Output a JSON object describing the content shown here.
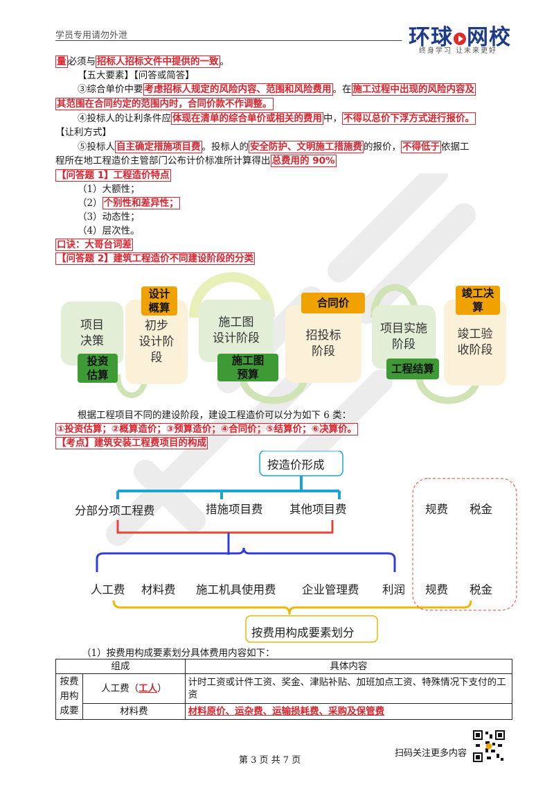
{
  "header": {
    "notice": "学员专用请勿外泄",
    "logo_main_a": "环球",
    "logo_main_b": "网校",
    "logo_sub": "终身学习  让未来更好"
  },
  "paragraphs": {
    "p1_a": "量",
    "p1_b": "必须与",
    "p1_c": "招标人招标文件中提供的一致",
    "p1_d": "。",
    "p2": "【五大要素】【问答或简答】",
    "p3_a": "③综合单价中要",
    "p3_b": "考虑招标人规定的风险内容、范围和风险费用",
    "p3_c": "。在",
    "p3_d": "施工过程中出现的风险内容及",
    "p3_e": "其范围在合同约定的范围内时，合同价款不作调整。",
    "p4_a": "④投标人的让利条件应",
    "p4_b": "体现在清单的综合单价或相关的费用",
    "p4_c": "中，",
    "p4_d": "不得以总价下浮方式进行报价。",
    "p5": "【让利方式】",
    "p6_a": "⑤投标人",
    "p6_b": "自主确定措施项目费",
    "p6_c": "。投标人的",
    "p6_d": "安全防护、文明施工措施费",
    "p6_e": "的报价，",
    "p6_f": "不得低于",
    "p6_g": "依据工",
    "p7_a": "程所在地工程造价主管部门公布计价标准所计算得出",
    "p7_b": "总费用的 90%",
    "q1_title": "【问答题 1】工程造价特点",
    "q1_items": [
      "（1）大额性；",
      "（2）",
      "个别性和差异性；",
      "（3）动态性；",
      "（4）层次性。"
    ],
    "mnemonic": "口诀：大哥台词差",
    "q2_title": "【问答题 2】建筑工程造价不同建设阶段的分类",
    "after_diagram": "根据工程项目不同的建设阶段，建设工程造价可以分为如下 6 类：",
    "six_types": "①投资估算；②概算造价；③预算造价；④合同价；⑤结算价；⑥决算价。",
    "kaodian": "【考点】建筑安装工程费项目的构成",
    "table_intro": "（1）按费用构成要素划分具体费用内容如下："
  },
  "stages": {
    "s1": "项目\n决策",
    "s2": "初步\n设计阶\n段",
    "s3": "施工图\n设计阶段",
    "s4": "招投标\n阶段",
    "s5": "项目实施\n阶段",
    "s6": "竣工验\n收阶段",
    "t1": "投资\n估算",
    "t2": "设计\n概算",
    "t3": "施工图\n预算",
    "t4": "合同价",
    "t5": "工程结算",
    "t6": "竣工决\n算"
  },
  "cost_diagram": {
    "top": "按造价形成",
    "row1": [
      "分部分项工程费",
      "措施项目费",
      "其他项目费"
    ],
    "row1_right": [
      "规费",
      "税金"
    ],
    "row2": [
      "人工费",
      "材料费",
      "施工机具使用费",
      "企业管理费",
      "利润"
    ],
    "row2_right": [
      "规费",
      "税金"
    ],
    "bottom": "按费用构成要素划分"
  },
  "table": {
    "col_headers": [
      "组成",
      "具体内容"
    ],
    "group": "按费\n用构\n成要",
    "rows": [
      {
        "name_a": "人工费（",
        "name_b": "工人",
        "name_c": "）",
        "content": "计时工资或计件工资、奖金、津贴补贴、加班加点工资、特殊情况下支付的工资"
      },
      {
        "name_a": "材料费",
        "content": "材料原价、运杂费、运输损耗费、采购及保管费"
      }
    ]
  },
  "footer": {
    "page": "第 3 页 共 7 页",
    "scan": "扫码关注更多内容"
  },
  "colors": {
    "accent_red": "#d9232d",
    "logo_blue": "#1b3a8a",
    "diagram_cyan": "#1aa3d6",
    "diagram_red": "#e0453a",
    "diagram_blue": "#2f3ed8",
    "diagram_gold": "#e8b90c",
    "tag_orange": "#f0a300",
    "tag_green": "#3e9a35"
  }
}
